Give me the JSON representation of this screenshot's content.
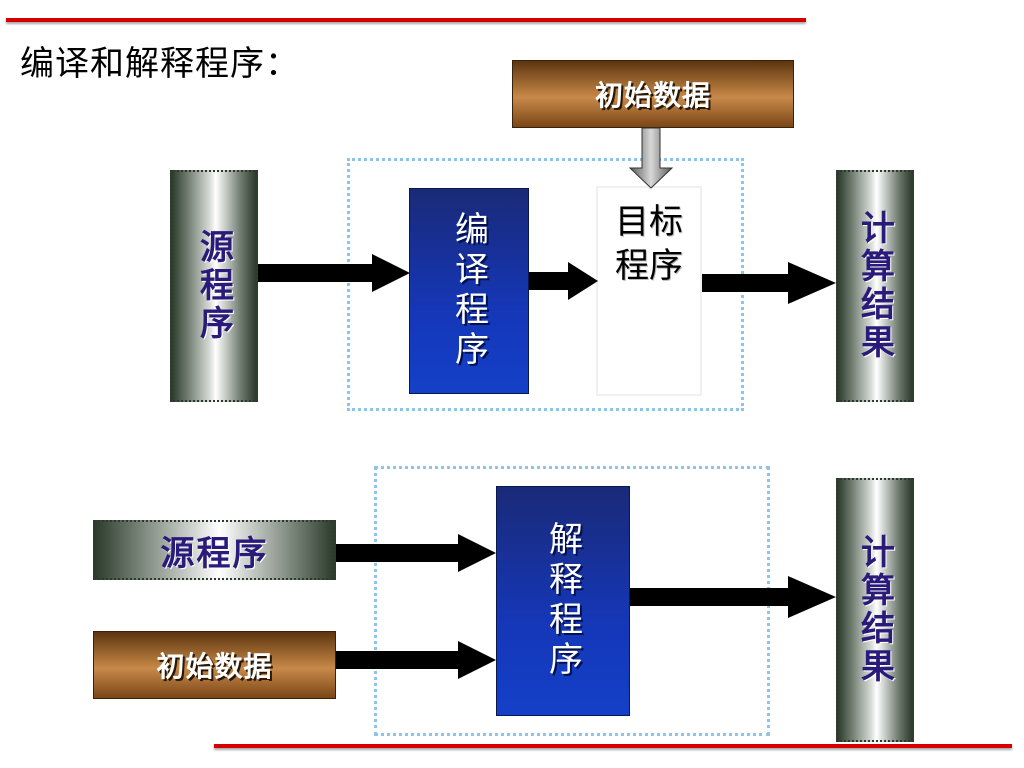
{
  "title": "编译和解释程序：",
  "compile_section": {
    "source": "源程序",
    "initial_data": "初始数据",
    "compiler": "编译程序",
    "target_line1": "目标",
    "target_line2": "程序",
    "result": "计算结果"
  },
  "interpret_section": {
    "source": "源程序",
    "initial_data": "初始数据",
    "interpreter": "解释程序",
    "result": "计算结果"
  },
  "colors": {
    "rule": "#d40000",
    "frame": "#8cc4ec",
    "brown": "#b57a3c",
    "blue": "#1537b8",
    "label_purple": "#2a1a7a"
  }
}
